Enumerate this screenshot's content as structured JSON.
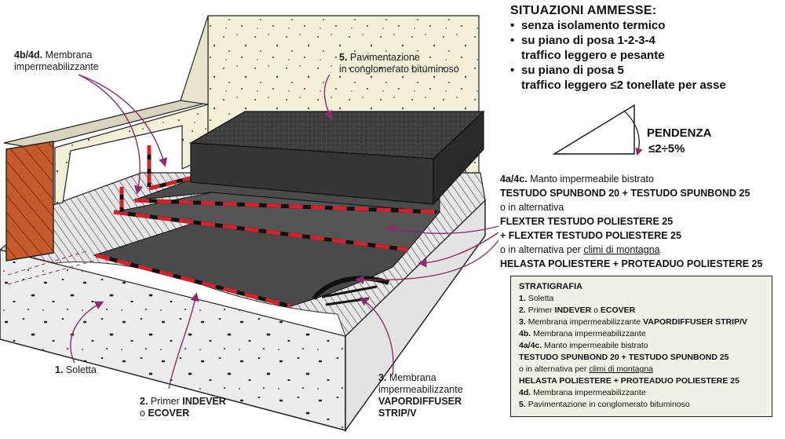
{
  "situations": {
    "title": "SITUAZIONI AMMESSE:",
    "item1": "senza isolamento termico",
    "item2": "su piano di posa 1-2-3-4",
    "item2b": "traffico leggero e pesante",
    "item3": "su piano di posa 5",
    "item3b": "traffico leggero ≤2 tonellate per asse"
  },
  "slope": {
    "label": "PENDENZA",
    "value": "≤2÷5%"
  },
  "labels": {
    "l4b_num": "4b/4d.",
    "l4b_text1": "Membrana",
    "l4b_text2": "impermeabilizzante",
    "l5_num": "5.",
    "l5_text1": "Pavimentazione",
    "l5_text2": "in conglomerato bituminoso",
    "l1_num": "1.",
    "l1_text": "Soletta",
    "l2_num": "2.",
    "l2_text1": "Primer",
    "l2_bold1": "INDEVER",
    "l2_text2": "o",
    "l2_bold2": "ECOVER",
    "l3_num": "3.",
    "l3_text1": "Membrana",
    "l3_text2": "impermeabilizzante",
    "l3_bold1": "VAPORDIFFUSER",
    "l3_bold2": "STRIP/V"
  },
  "specs": {
    "line1_num": "4a/4c.",
    "line1_text": "Manto impermeabile bistrato",
    "line2": "TESTUDO SPUNBOND 20 + TESTUDO SPUNBOND 25",
    "line3": "o in alternativa",
    "line4": "FLEXTER TESTUDO POLIESTERE 25",
    "line5": "+ FLEXTER TESTUDO POLIESTERE 25",
    "line6_a": "o in alternativa per",
    "line6_u": "climi di montagna",
    "line7": "HELASTA POLIESTERE + PROTEADUO POLIESTERE 25"
  },
  "stratigrafia": {
    "title": "STRATIGRAFIA",
    "r1_num": "1.",
    "r1_text": "Soletta",
    "r2_num": "2.",
    "r2_text": "Primer",
    "r2_b1": "INDEVER",
    "r2_o": "o",
    "r2_b2": "ECOVER",
    "r3_num": "3.",
    "r3_text": "Membrana impermeabilizzante",
    "r3_b": "VAPORDIFFUSER STRIP/V",
    "r4_num": "4b.",
    "r4_text": "Membrana impermeabilizzante",
    "r5_num": "4a/4c.",
    "r5_text": "Manto impermeabile bistrato",
    "r6": "TESTUDO SPUNBOND 20 + TESTUDO SPUNBOND 25",
    "r7_a": "o in alternativa per",
    "r7_u": "climi di montagna",
    "r8": "HELASTA POLIESTERE + PROTEADUO POLIESTERE 25",
    "r9_num": "4d.",
    "r9_text": "Membrana impermeabilizzante",
    "r10_num": "5.",
    "r10_text": "Pavimentazione in conglomerato bituminoso"
  },
  "colors": {
    "accent_arrow": "#8e2a6e",
    "stripe_red": "#d2232a",
    "box_fill": "#eef3e6",
    "asphalt": "#3a3a3a",
    "wall": "#f3efd6",
    "brick": "#c55a2c"
  }
}
